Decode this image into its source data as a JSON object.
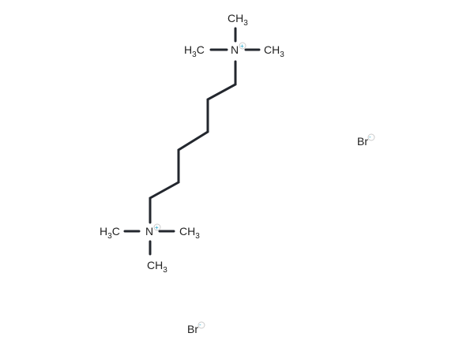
{
  "molecule": {
    "top_group": {
      "n_label": "N",
      "charge": "+",
      "top": [
        "CH",
        "3"
      ],
      "left": [
        "H",
        "3",
        "C"
      ],
      "right": [
        "CH",
        "3"
      ]
    },
    "bottom_group": {
      "n_label": "N",
      "charge": "+",
      "bottom": [
        "CH",
        "3"
      ],
      "left": [
        "H",
        "3",
        "C"
      ],
      "right": [
        "CH",
        "3"
      ]
    },
    "counterions": [
      {
        "label": "Br",
        "charge": "-"
      },
      {
        "label": "Br",
        "charge": "-"
      }
    ],
    "bond_color": "#23272e",
    "charge_color": "#1aa3c8"
  }
}
